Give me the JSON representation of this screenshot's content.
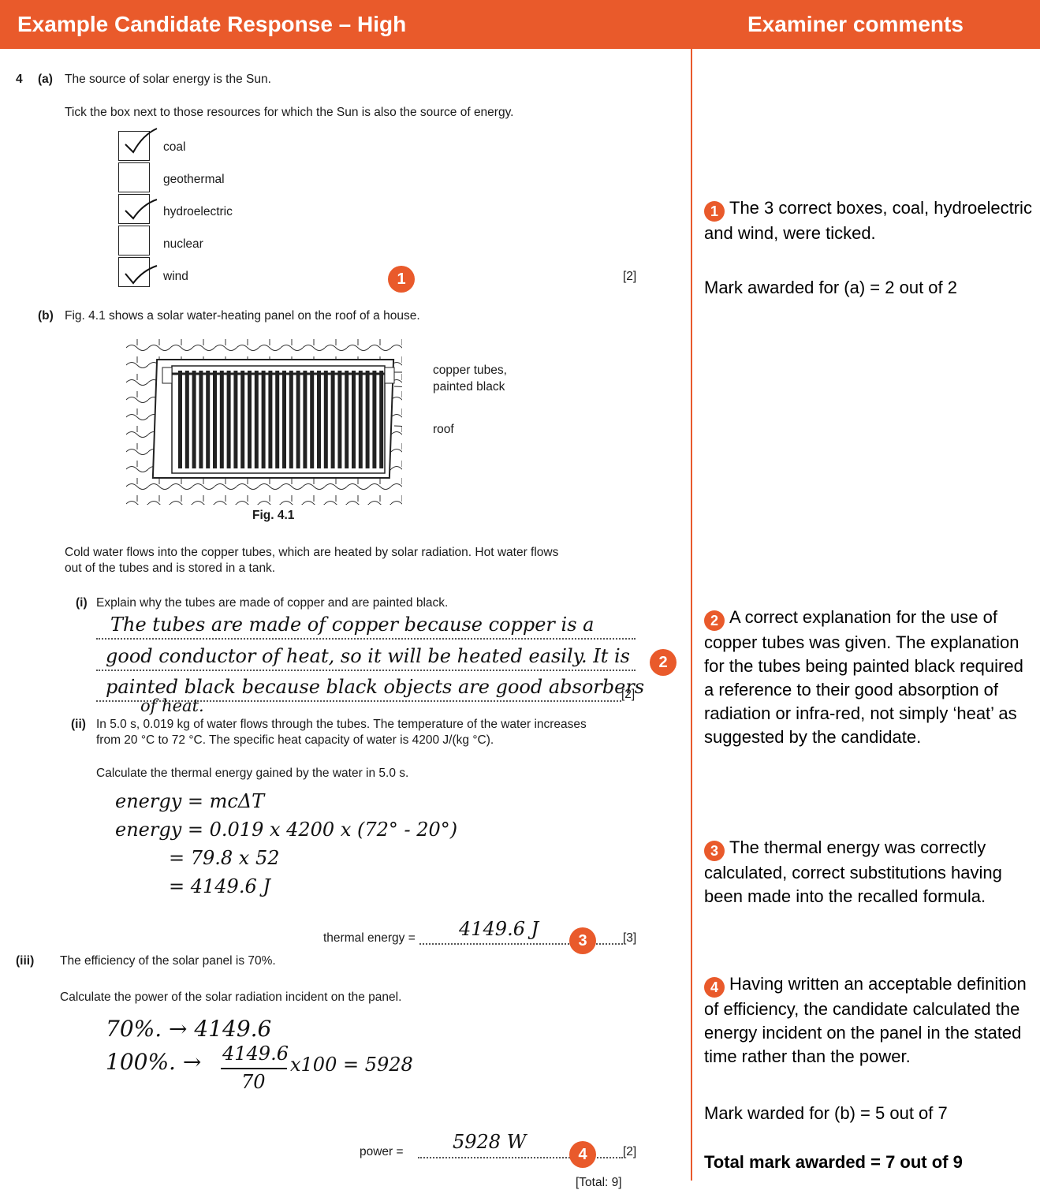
{
  "header": {
    "left_title": "Example Candidate Response – High",
    "right_title": "Examiner comments"
  },
  "question": {
    "number": "4",
    "a": {
      "label": "(a)",
      "stem": "The source of solar energy is the Sun.",
      "instruction": "Tick the box next to those resources for which the Sun is also the source of energy.",
      "options": [
        {
          "label": "coal",
          "ticked": true
        },
        {
          "label": "geothermal",
          "ticked": false
        },
        {
          "label": "hydroelectric",
          "ticked": true
        },
        {
          "label": "nuclear",
          "ticked": false
        },
        {
          "label": "wind",
          "ticked": true
        }
      ],
      "marks": "[2]"
    },
    "b": {
      "label": "(b)",
      "stem": "Fig. 4.1 shows a solar water-heating panel on the roof of a house.",
      "fig_label_1": "copper tubes,",
      "fig_label_2": "painted black",
      "fig_label_3": "roof",
      "fig_caption": "Fig. 4.1",
      "para_1": "Cold water flows into the copper tubes, which are heated by solar radiation. Hot water flows",
      "para_2": "out of the tubes and is stored in a tank.",
      "i_label": "(i)",
      "i_question": "Explain why the tubes are made of copper and are painted black.",
      "i_answer_1": "The tubes are made of copper because copper is a",
      "i_answer_2": "good conductor of heat, so it will be heated easily. It is",
      "i_answer_3": "painted black because black objects are good absorbers",
      "i_answer_4": "of heat.",
      "i_marks": "[2]",
      "ii_label": "(ii)",
      "ii_text_1": "In 5.0 s, 0.019 kg of water flows through the tubes. The temperature of the water increases",
      "ii_text_2": "from 20 °C to 72 °C. The specific heat capacity of water is 4200 J/(kg °C).",
      "ii_instruction": "Calculate the thermal energy gained by the water in 5.0 s.",
      "ii_work_1": "energy = mcΔT",
      "ii_work_2": "energy = 0.019 x 4200 x (72° - 20°)",
      "ii_work_3": "= 79.8 x 52",
      "ii_work_4": "= 4149.6 J",
      "ii_answer_label": "thermal energy =",
      "ii_answer": "4149.6 J",
      "ii_marks": "[3]",
      "iii_label": "(iii)",
      "iii_text": "The efficiency of the solar panel is 70%.",
      "iii_instruction": "Calculate the power of the solar radiation incident on the panel.",
      "iii_work_1": "70%. → 4149.6",
      "iii_work_2": "100%. →",
      "iii_work_num": "4149.6",
      "iii_work_den": "70",
      "iii_work_3": "x100 = 5928",
      "iii_answer_label": "power =",
      "iii_answer": "5928 W",
      "iii_marks": "[2]",
      "total": "[Total: 9]"
    }
  },
  "badges": [
    "1",
    "2",
    "3",
    "4"
  ],
  "comments": {
    "c1": "The 3 correct boxes, coal, hydroelectric and wind, were ticked.",
    "c1_mark": "Mark awarded for (a) = 2 out of 2",
    "c2": "A correct explanation for the use of copper tubes was given. The explanation for the tubes being painted black required a reference to their good absorption of radiation or infra-red, not simply ‘heat’ as suggested by the candidate.",
    "c3": "The thermal energy was correctly calculated, correct substitutions having been made into the recalled formula.",
    "c4": "Having written an acceptable definition of efficiency, the candidate calculated the energy incident on the panel in the stated time rather than the power.",
    "c4_mark": "Mark warded for (b) = 5 out of 7",
    "total": "Total mark awarded = 7 out of 9"
  },
  "colors": {
    "accent": "#e95a2b",
    "header_text": "#ffffff"
  }
}
